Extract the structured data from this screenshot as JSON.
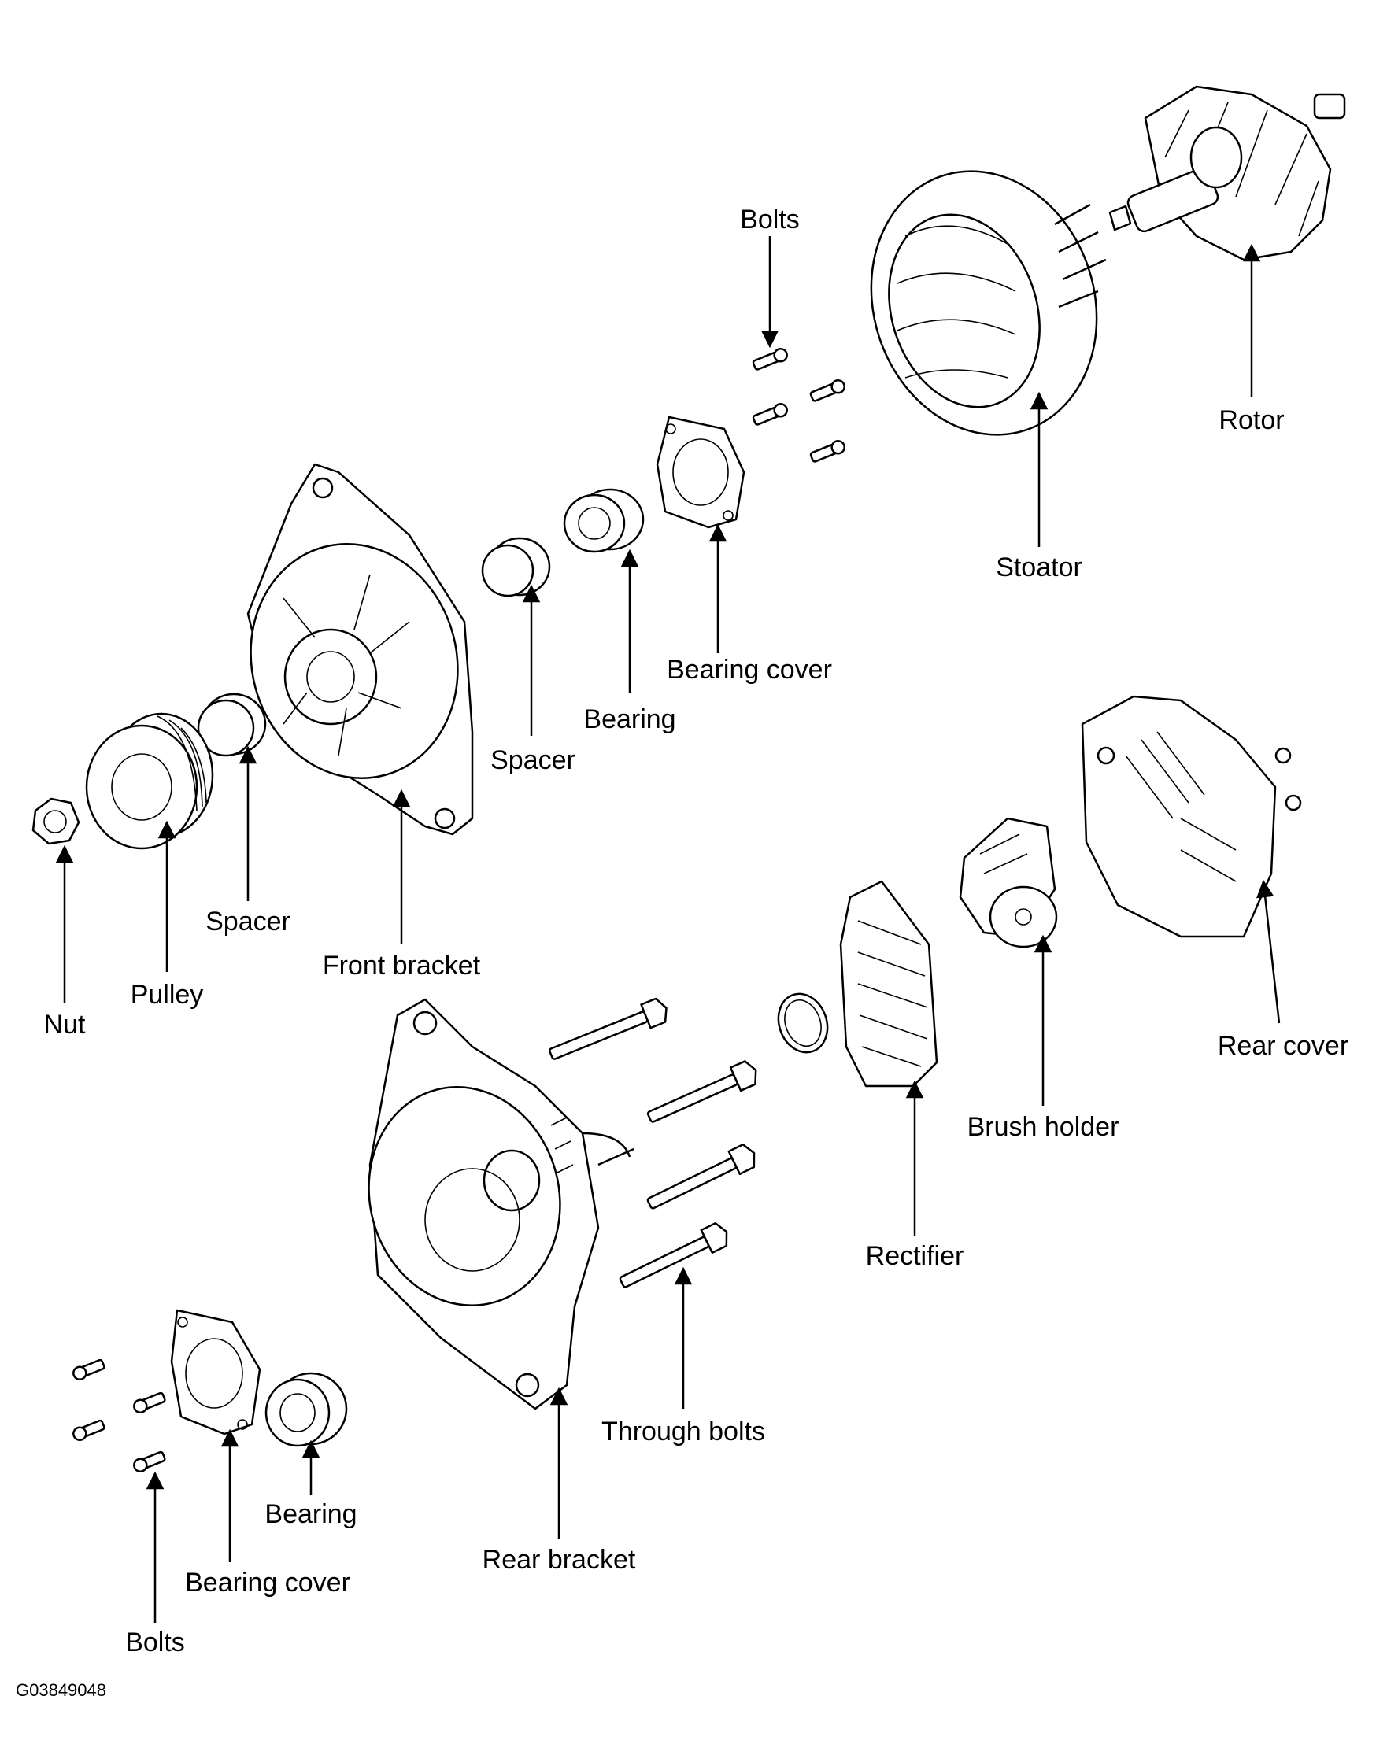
{
  "figure_id": "G03849048",
  "labels": {
    "bolts_top": "Bolts",
    "rotor": "Rotor",
    "stoator": "Stoator",
    "bearing_cover_top": "Bearing cover",
    "bearing_top": "Bearing",
    "spacer_top": "Spacer",
    "spacer_mid": "Spacer",
    "front_bracket": "Front bracket",
    "pulley": "Pulley",
    "nut": "Nut",
    "rear_cover": "Rear cover",
    "brush_holder": "Brush holder",
    "rectifier": "Rectifier",
    "through_bolts": "Through bolts",
    "rear_bracket": "Rear bracket",
    "bearing_bottom": "Bearing",
    "bearing_cover_bottom": "Bearing cover",
    "bolts_bottom": "Bolts"
  },
  "colors": {
    "ink": "#000000",
    "paper": "#ffffff"
  }
}
